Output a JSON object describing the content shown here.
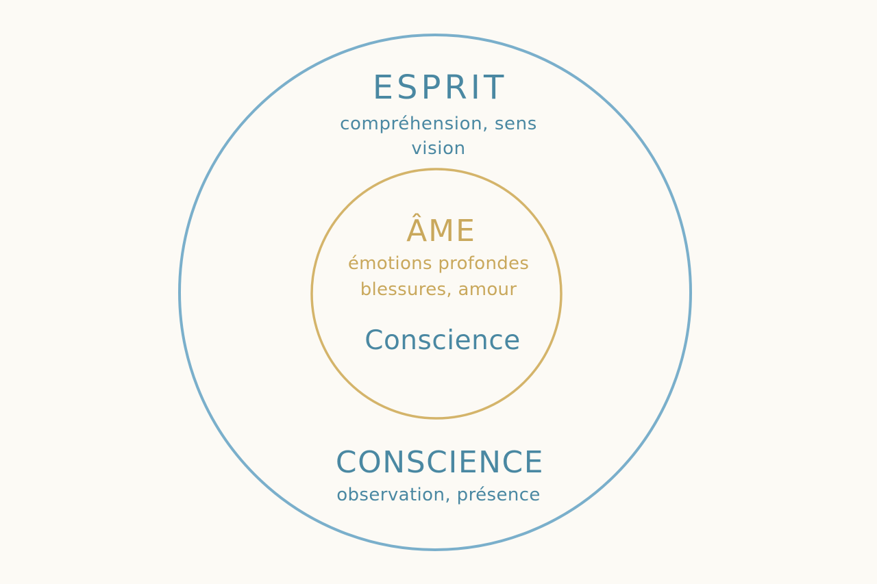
{
  "colors": {
    "background": "#FCFAF5",
    "outer_circle": "#7AAFCB",
    "inner_circle": "#D4B46A",
    "blue_text": "#4A88A2",
    "gold_text": "#C9A85C"
  },
  "diagram": {
    "type": "nested-circles",
    "outer_circle": {
      "title": "ESPRIT",
      "description_lines": [
        "compréhension, sens",
        "vision"
      ],
      "bottom_title": "CONSCIENCE",
      "bottom_description": "observation, présence"
    },
    "inner_circle": {
      "title": "ÂME",
      "description_lines": [
        "émotions profondes",
        "blessures, amour"
      ],
      "core_label": "Conscience"
    }
  }
}
